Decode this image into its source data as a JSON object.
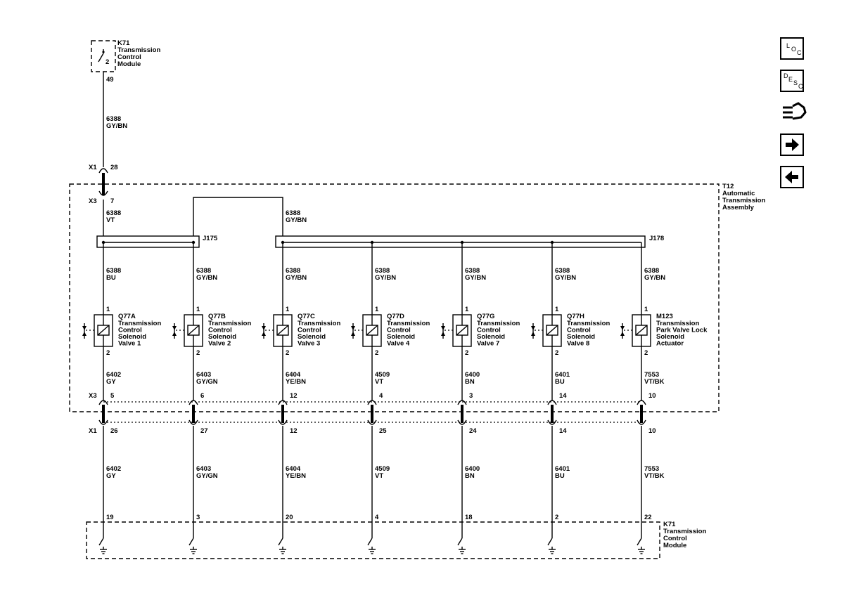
{
  "top_module": {
    "id": "K71",
    "name_lines": [
      "Transmission",
      "Control",
      "Module"
    ],
    "pin_inner": "2",
    "pin_out": "49"
  },
  "feed_wire": {
    "circuit": "6388",
    "color": "GY/BN"
  },
  "x1_upper": {
    "connector": "X1",
    "pin": "28"
  },
  "x3_upper": {
    "connector": "X3",
    "pin": "7"
  },
  "assembly": {
    "id": "T12",
    "name_lines": [
      "Automatic",
      "Transmission",
      "Assembly"
    ]
  },
  "after_x3": {
    "circuit": "6388",
    "color": "VT"
  },
  "bridge_wire": {
    "circuit": "6388",
    "color": "GY/BN"
  },
  "splices": {
    "j175": "J175",
    "j178": "J178"
  },
  "components": [
    {
      "circuit_in": "6388",
      "color_in": "BU",
      "pin1": "1",
      "id": "Q77A",
      "name_lines": [
        "Transmission",
        "Control",
        "Solenoid",
        "Valve 1"
      ],
      "pin2": "2",
      "circuit_out": "6402",
      "color_out": "GY",
      "x3_pin": "5",
      "x1_pin": "26",
      "k71_pin": "19"
    },
    {
      "circuit_in": "6388",
      "color_in": "GY/BN",
      "pin1": "1",
      "id": "Q77B",
      "name_lines": [
        "Transmission",
        "Control",
        "Solenoid",
        "Valve 2"
      ],
      "pin2": "2",
      "circuit_out": "6403",
      "color_out": "GY/GN",
      "x3_pin": "6",
      "x1_pin": "27",
      "k71_pin": "3"
    },
    {
      "circuit_in": "6388",
      "color_in": "GY/BN",
      "pin1": "1",
      "id": "Q77C",
      "name_lines": [
        "Transmission",
        "Control",
        "Solenoid",
        "Valve 3"
      ],
      "pin2": "2",
      "circuit_out": "6404",
      "color_out": "YE/BN",
      "x3_pin": "12",
      "x1_pin": "12",
      "k71_pin": "20"
    },
    {
      "circuit_in": "6388",
      "color_in": "GY/BN",
      "pin1": "1",
      "id": "Q77D",
      "name_lines": [
        "Transmission",
        "Control",
        "Solenoid",
        "Valve 4"
      ],
      "pin2": "2",
      "circuit_out": "4509",
      "color_out": "VT",
      "x3_pin": "4",
      "x1_pin": "25",
      "k71_pin": "4"
    },
    {
      "circuit_in": "6388",
      "color_in": "GY/BN",
      "pin1": "1",
      "id": "Q77G",
      "name_lines": [
        "Transmission",
        "Control",
        "Solenoid",
        "Valve 7"
      ],
      "pin2": "2",
      "circuit_out": "6400",
      "color_out": "BN",
      "x3_pin": "3",
      "x1_pin": "24",
      "k71_pin": "18"
    },
    {
      "circuit_in": "6388",
      "color_in": "GY/BN",
      "pin1": "1",
      "id": "Q77H",
      "name_lines": [
        "Transmission",
        "Control",
        "Solenoid",
        "Valve 8"
      ],
      "pin2": "2",
      "circuit_out": "6401",
      "color_out": "BU",
      "x3_pin": "14",
      "x1_pin": "14",
      "k71_pin": "2"
    },
    {
      "circuit_in": "6388",
      "color_in": "GY/BN",
      "pin1": "1",
      "id": "M123",
      "name_lines": [
        "Transmission",
        "Park Valve Lock",
        "Solenoid",
        "Actuator"
      ],
      "pin2": "2",
      "circuit_out": "7553",
      "color_out": "VT/BK",
      "x3_pin": "10",
      "x1_pin": "10",
      "k71_pin": "22"
    }
  ],
  "lower_connectors": {
    "x3": "X3",
    "x1": "X1"
  },
  "bottom_module": {
    "id": "K71",
    "name_lines": [
      "Transmission",
      "Control",
      "Module"
    ]
  },
  "nav": {
    "loc": [
      "L",
      "O",
      "C"
    ],
    "desc": [
      "D",
      "E",
      "S",
      "C"
    ],
    "icons": [
      "loc-icon",
      "desc-icon",
      "connector-icon",
      "next-arrow-icon",
      "back-arrow-icon"
    ]
  }
}
